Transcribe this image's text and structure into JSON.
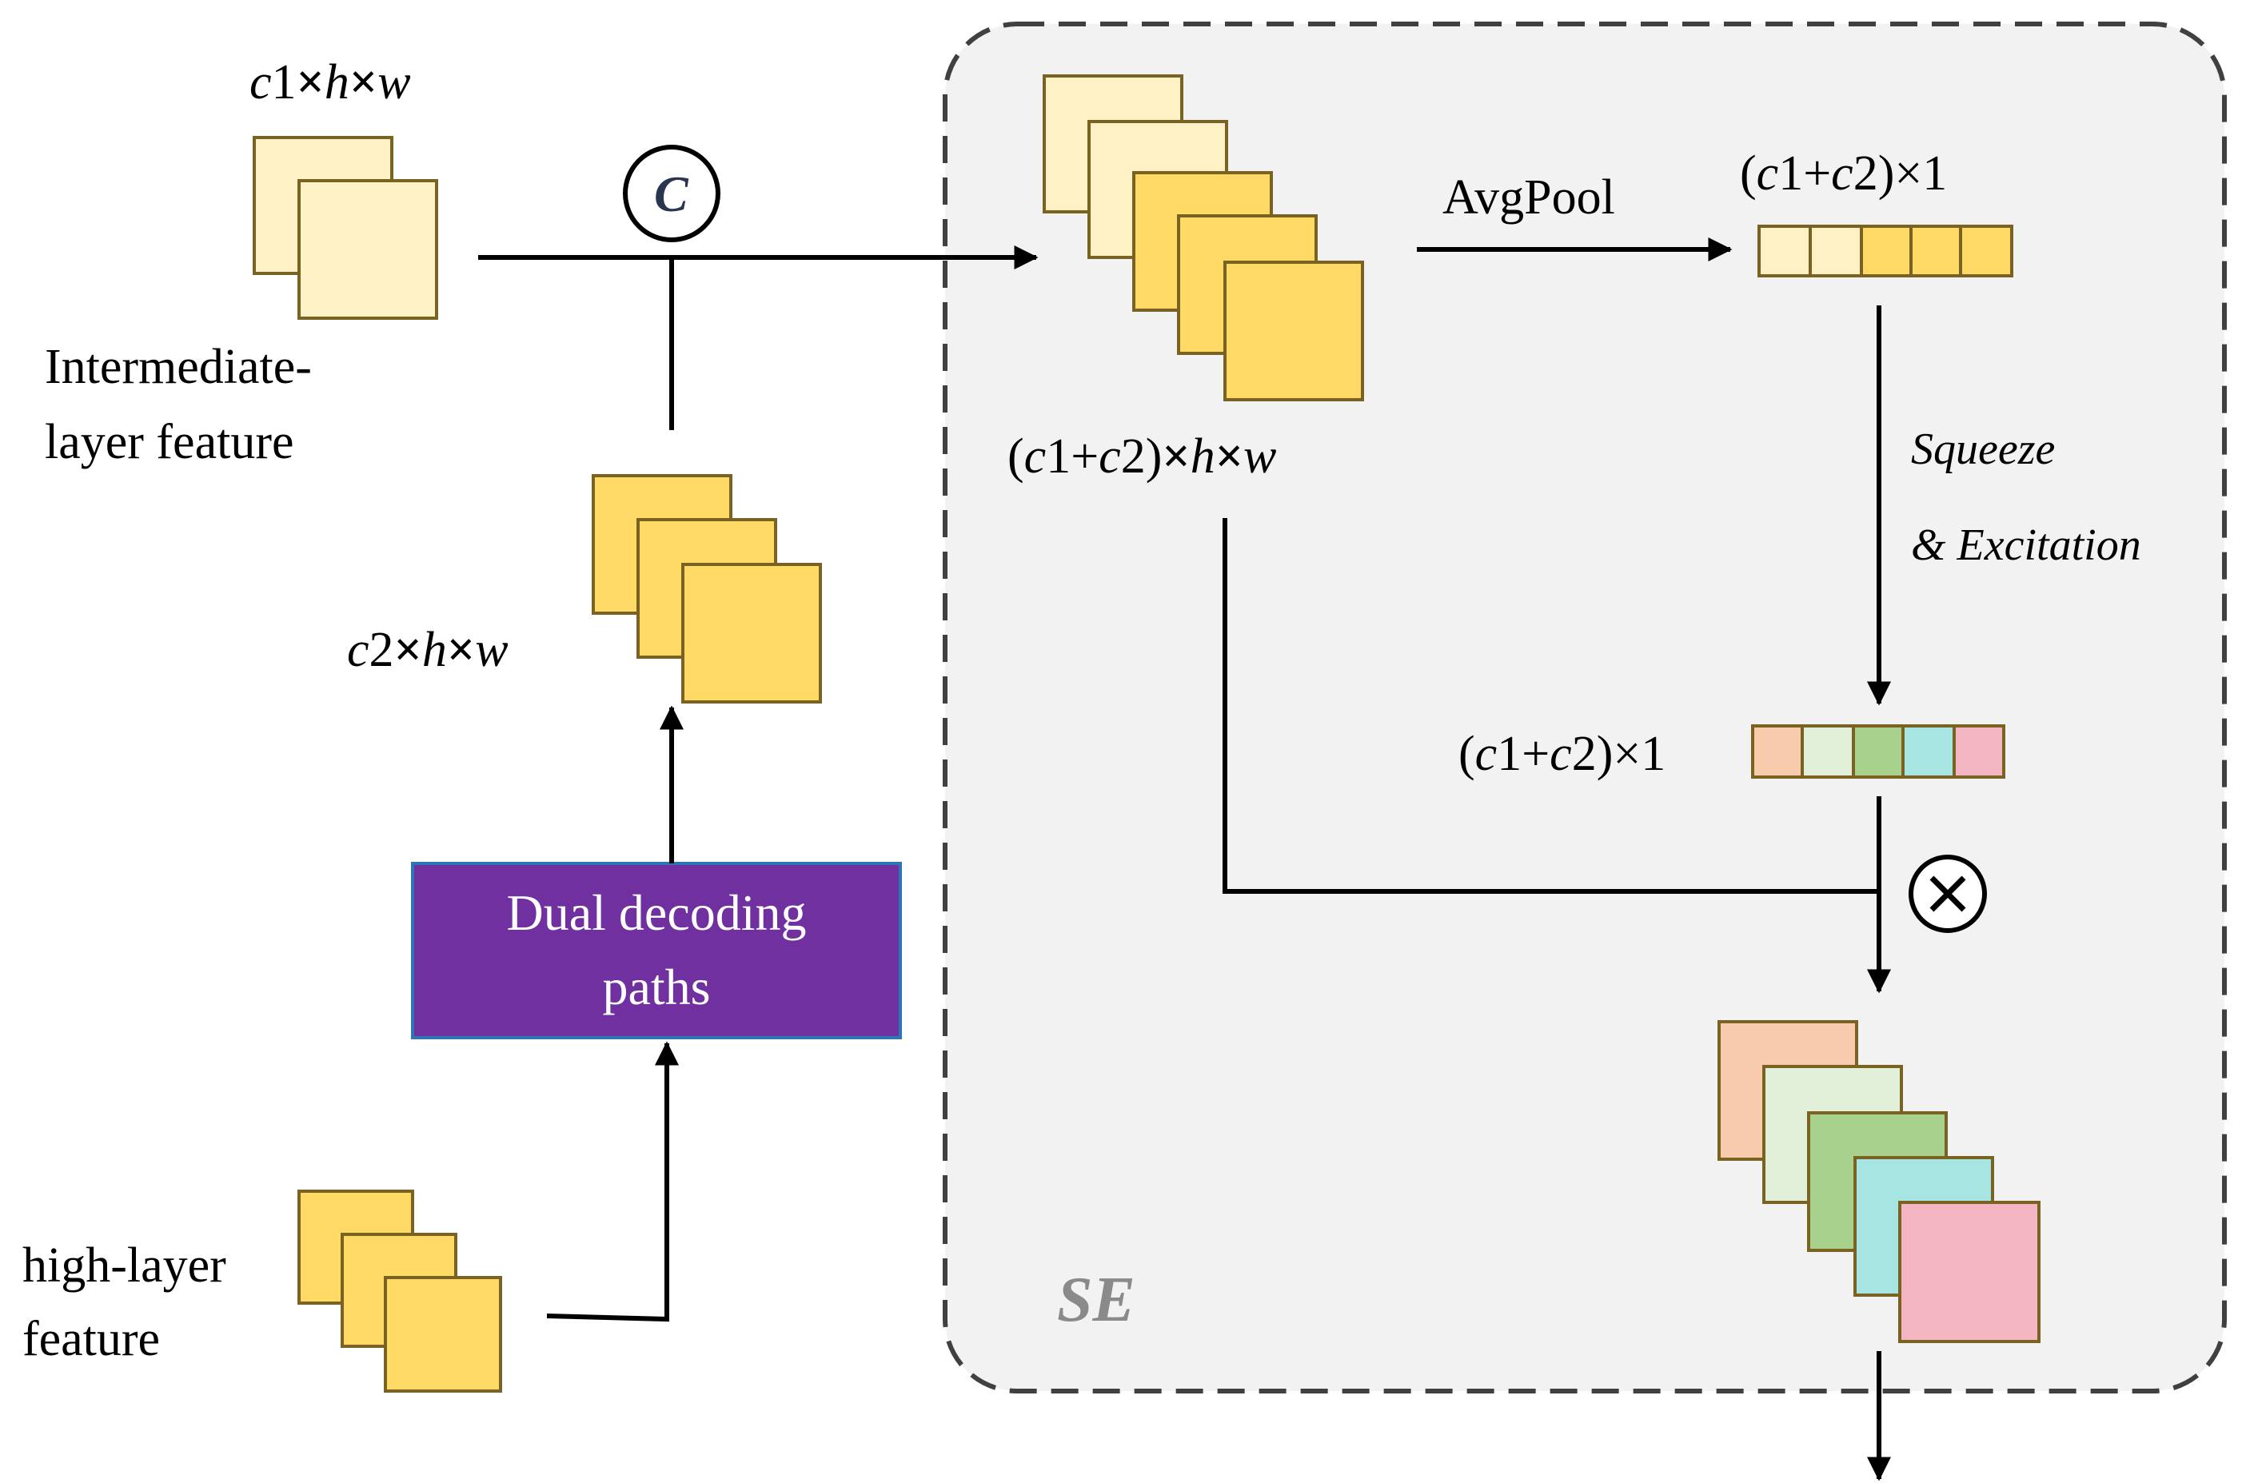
{
  "diagram": {
    "labels": {
      "intermediate_dim": {
        "c": "c",
        "one": "1",
        "x1": "×",
        "h": "h",
        "x2": "×",
        "w": "w"
      },
      "intermediate_line1": "Intermediate-",
      "intermediate_line2": "layer feature",
      "c2_dim": {
        "c": "c",
        "two": "2",
        "x1": "×",
        "h": "h",
        "x2": "×",
        "w": "w"
      },
      "concat_symbol": "C",
      "dual_decoding_line1": "Dual decoding",
      "dual_decoding_line2": "paths",
      "high_line1": "high-layer",
      "high_line2": "feature",
      "concat_dim": {
        "open": "(",
        "c1": "c",
        "one": "1+",
        "c2": "c",
        "two": "2)",
        "x1": "×",
        "h": "h",
        "x2": "×",
        "w": "w"
      },
      "avgpool": "AvgPool",
      "pooled_dim": {
        "open": "(",
        "c1": "c",
        "one": "1+",
        "c2": "c",
        "two": "2)×1"
      },
      "squeeze": "Squeeze",
      "excitation": "& Excitation",
      "weights_dim": {
        "open": "(",
        "c1": "c",
        "one": "1+",
        "c2": "c",
        "two": "2)×1"
      },
      "multiply_symbol": "⊗",
      "se_label": "SE"
    },
    "colors": {
      "light_yellow": "#fff1c6",
      "yellow": "#ffd966",
      "square_border": "#7a6223",
      "purple": "#7030a0",
      "purple_border": "#2e75b6",
      "se_fill": "#f2f2f2",
      "peach": "#f8cbad",
      "light_green": "#e2efd9",
      "green": "#a9d18e",
      "cyan": "#a7e5e3",
      "pink": "#f4b6c2"
    }
  }
}
